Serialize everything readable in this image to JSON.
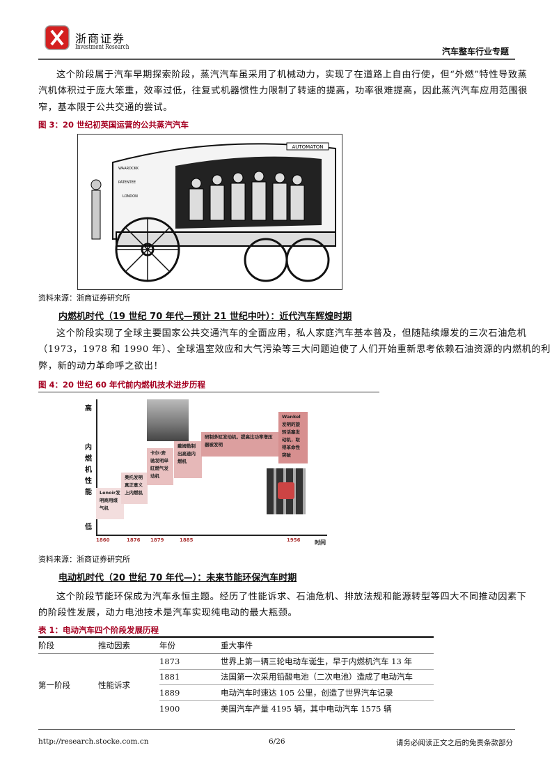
{
  "header": {
    "logo_cn": "浙商证券",
    "logo_en": "Investment Research",
    "report_title": "汽车整车行业专题"
  },
  "para1": [
    "这个阶段属于汽车早期探索阶段，蒸汽汽车虽采用了机械动力，实现了在道路上自由行使，但“外燃”特性导致蒸",
    "汽机体积过于庞大笨重，效率过低，往复式机器惯性力限制了转速的提高，功率很难提高，因此蒸汽汽车应用范围很",
    "窄，基本限于公共交通的尝试。"
  ],
  "fig3": {
    "caption": "图 3：20 世纪初英国运营的公共蒸汽汽车",
    "sign_top": "AUTOMATON",
    "sign_left": [
      "WAARDCKK",
      "PATENTEE",
      "LONDON"
    ],
    "source": "资料来源：浙商证券研究所"
  },
  "section2": {
    "heading": "内燃机时代（19 世纪 70 年代—预计 21 世纪中叶）：近代汽车辉煌时期",
    "para": [
      "这个阶段实现了全球主要国家公共交通汽车的全面应用，私人家庭汽车基本普及，但随陆续爆发的三次石油危机",
      "（1973，1978 和 1990 年）、全球温室效应和大气污染等三大问题迫使了人们开始重新思考依赖石油资源的内燃机的利",
      "弊，新的动力革命呼之欲出！"
    ]
  },
  "fig4": {
    "caption": "图 4：20 世纪 60 年代前内燃机技术进步历程",
    "source": "资料来源：浙商证券研究所",
    "chart_data": {
      "type": "step-timeline",
      "ylabel": "内燃机性能",
      "y_high": "高",
      "y_low": "低",
      "xlabel": "时间",
      "x_ticks": [
        "1860",
        "1876",
        "1879",
        "1885",
        "1956"
      ],
      "events": [
        {
          "year": "1860",
          "text": "Lenoir发明商用煤气机",
          "level": 1
        },
        {
          "year": "1876",
          "text": "奥托发明真正意义上内燃机",
          "level": 2
        },
        {
          "year": "1879",
          "text": "卡尔·奔驰发明单缸燃气发动机",
          "level": 3
        },
        {
          "year": "1885",
          "text": "戴姆勒制出高速内燃机",
          "level": 4
        },
        {
          "year": "",
          "text": "研制多缸发动机，提高比功率增压器被发明",
          "level": 5
        },
        {
          "year": "1956",
          "text": "Wankel发明的旋转活塞发动机，取得革命性突破",
          "level": 6
        }
      ]
    }
  },
  "section3": {
    "heading": "电动机时代（20 世纪 70 年代—）：未来节能环保汽车时期",
    "para": [
      "这个阶段节能环保成为汽车永恒主题。经历了性能诉求、石油危机、排放法规和能源转型等四大不同推动因素下",
      "的阶段性发展，动力电池技术是汽车实现纯电动的最大瓶颈。"
    ]
  },
  "table1": {
    "caption": "表 1：电动汽车四个阶段发展历程",
    "headers": [
      "阶段",
      "推动因素",
      "年份",
      "重大事件"
    ],
    "stage": "第一阶段",
    "driver": "性能诉求",
    "rows": [
      {
        "year": "1873",
        "event": "世界上第一辆三轮电动车诞生，早于内燃机汽车 13 年"
      },
      {
        "year": "1881",
        "event": "法国第一次采用铅酸电池（二次电池）造成了电动汽车"
      },
      {
        "year": "1889",
        "event": "电动汽车时速达 105 公里，创造了世界汽车记录"
      },
      {
        "year": "1900",
        "event": "美国汽车产量 4195 辆，其中电动汽车 1575 辆"
      }
    ]
  },
  "footer": {
    "url": "http://research.stocke.com.cn",
    "page": "6/26",
    "disclaimer": "请务必阅读正文之后的免责条款部分"
  },
  "colors": {
    "accent": "#a50021",
    "logo_red": "#d42020"
  }
}
